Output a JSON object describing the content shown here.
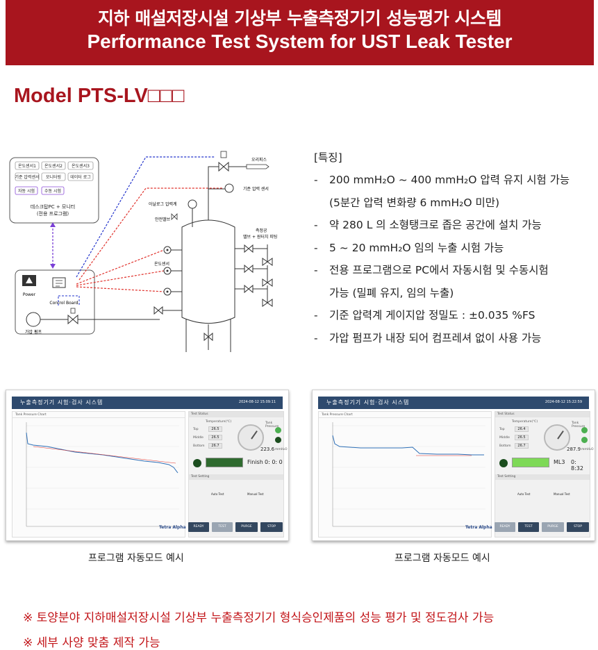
{
  "banner": {
    "title_ko": "지하 매설저장시설 기상부 누출측정기기 성능평가 시스템",
    "title_en": "Performance Test System for UST Leak Tester"
  },
  "model": "Model PTS-LV□□□",
  "diagram": {
    "pc_box": {
      "buttons": [
        "온도센서1",
        "온도센서2",
        "온도센서3",
        "기준 압력센서",
        "모니터링",
        "데이터 로그",
        "자동 시험",
        "수동 시험"
      ],
      "caption_line1": "데스크탑PC + 모니터",
      "caption_line2": "(전용 프로그램)"
    },
    "power_label": "Power",
    "control_label": "Control Board",
    "pump_label": "가압 펌프",
    "orifice_label": "오리피스",
    "ref_sensor_label": "기준 압력 센서",
    "analog_gauge_label": "아날로그 압력계",
    "safety_valve_label": "안전밸브",
    "temp_sensor_label": "온도센서",
    "test_port_label_1": "측정공",
    "test_port_label_2": "밸브 + 원터치 피팅",
    "colors": {
      "blue_line": "#2233cc",
      "red_line": "#e0302a",
      "purple_line": "#7a3fd6"
    }
  },
  "features": {
    "heading": "[특징]",
    "items": [
      {
        "text": "200 mmH₂O ~ 400 mmH₂O 압력 유지 시험 가능",
        "cont": false
      },
      {
        "text": "(5분간 압력 변화량 6 mmH₂O 미만)",
        "cont": true
      },
      {
        "text": "약 280 L 의 소형탱크로 좁은 공간에 설치 가능",
        "cont": false
      },
      {
        "text": "5 ~ 20 mmH₂O 임의 누출 시험 가능",
        "cont": false
      },
      {
        "text": "전용 프로그램으로 PC에서 자동시험 및 수동시험",
        "cont": false
      },
      {
        "text": "가능 (밀폐 유지, 임의 누출)",
        "cont": true
      },
      {
        "text": "기준 압력계 게이지압 정밀도 : ±0.035 %FS",
        "cont": false
      },
      {
        "text": "가압 펌프가 내장 되어 컴프레셔 없이 사용 가능",
        "cont": false
      }
    ]
  },
  "screens": [
    {
      "app_title": "누출측정기기 시험·검사 시스템",
      "datetime": "2024-08-12 15:09:11",
      "chart_title": "Tank Pressure Chart",
      "status_title": "Test Status",
      "temp_header": "Temperature(℃)",
      "rows": [
        {
          "label": "Top",
          "value": "26.5"
        },
        {
          "label": "Middle",
          "value": "26.5"
        },
        {
          "label": "Bottom",
          "value": "26.7"
        }
      ],
      "gauge_label": "Tank Pressure",
      "pressure_value": "223.6",
      "pressure_unit": "mmH₂O",
      "mode_text": "Finish",
      "timer": "0: 0: 0",
      "setting_title": "Test Setting",
      "tab_auto": "Auto Test",
      "tab_manual": "Manual Test",
      "buttons": [
        "READY",
        "TEST",
        "PURGE",
        "STOP"
      ],
      "logo": "Tetra Alpha",
      "line_color": "#2d6fb7"
    },
    {
      "app_title": "누출측정기기 시험·검사 시스템",
      "datetime": "2024-08-12 15:22:59",
      "chart_title": "Tank Pressure Chart",
      "status_title": "Test Status",
      "temp_header": "Temperature(℃)",
      "rows": [
        {
          "label": "Top",
          "value": "26.4"
        },
        {
          "label": "Middle",
          "value": "26.5"
        },
        {
          "label": "Bottom",
          "value": "26.7"
        }
      ],
      "gauge_label": "Tank Pressure",
      "pressure_value": "287.9",
      "pressure_unit": "mmH₂O",
      "mode_text": "ML3",
      "timer": "0: 8:32",
      "setting_title": "Test Setting",
      "tab_auto": "Auto Test",
      "tab_manual": "Manual Test",
      "buttons": [
        "READY",
        "TEST",
        "PURGE",
        "STOP"
      ],
      "logo": "Tetra Alpha",
      "line_color": "#2d6fb7"
    }
  ],
  "captions": [
    "프로그램 자동모드 예시",
    "프로그램 자동모드 예시"
  ],
  "notes": [
    "※ 토양분야 지하매설저장시설 기상부 누출측정기기 형식승인제품의 성능 평가 및 정도검사 가능",
    "※ 세부 사양 맞춤 제작 가능"
  ],
  "colors": {
    "brand_red": "#a8151e",
    "note_red": "#c21418",
    "ui_navy": "#2e4a6e"
  }
}
